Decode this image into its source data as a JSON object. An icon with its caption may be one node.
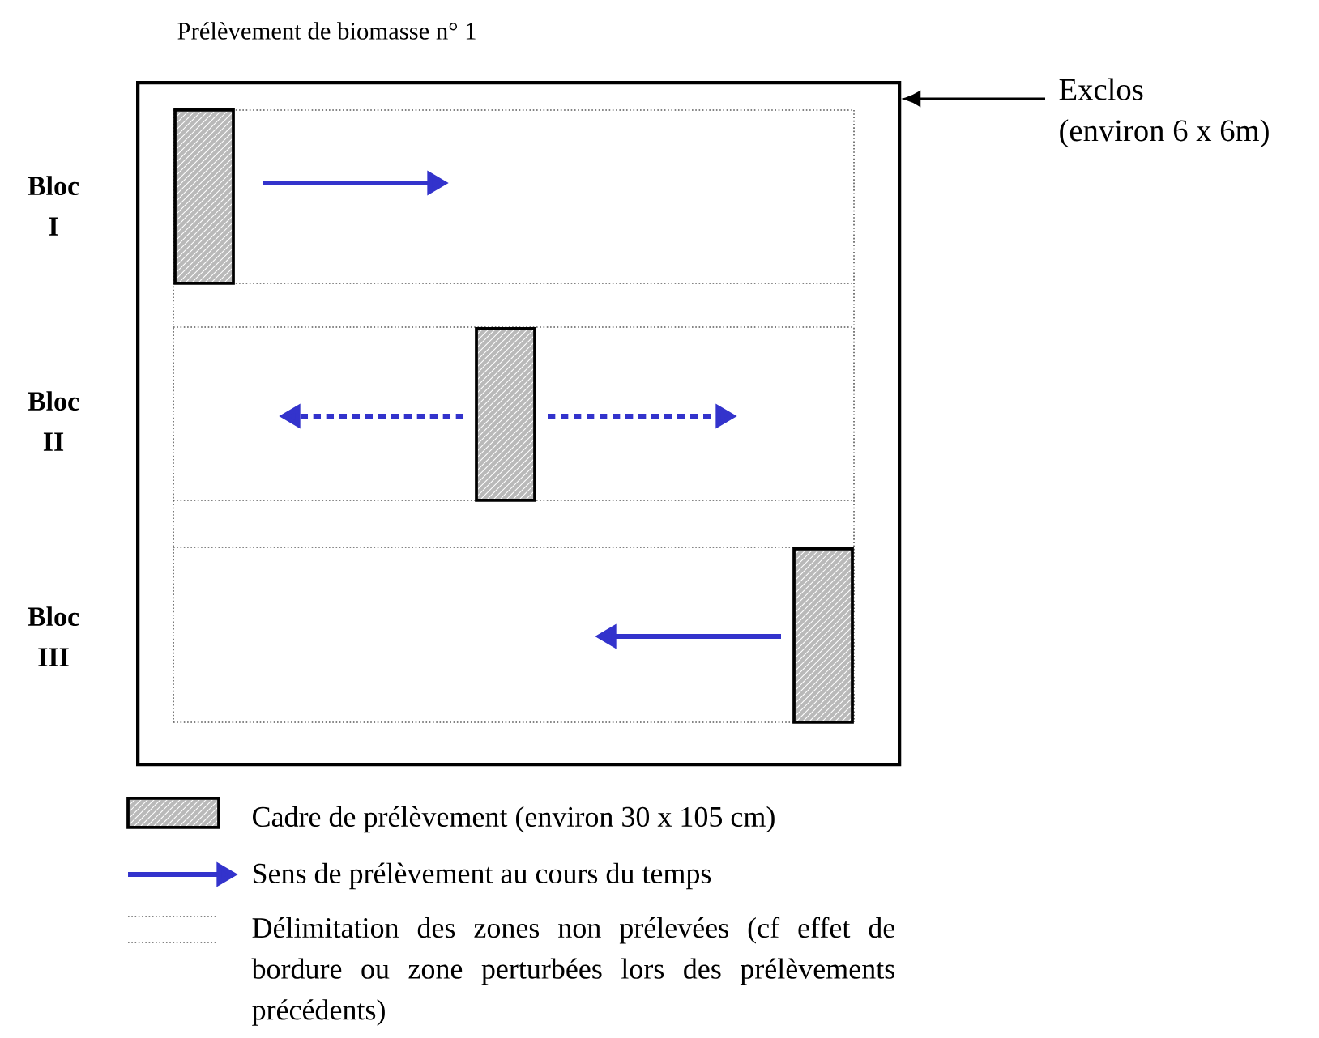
{
  "diagram": {
    "title": "Prélèvement de biomasse n° 1",
    "nodes": [
      {
        "text": [],
        "shape": "box"
      },
      {
        "text": [
          "Exclos",
          "(environ 6 x 6m)"
        ]
      }
    ],
    "edges": [
      {
        "from": 1,
        "to": 0,
        "arrow": "to"
      }
    ],
    "labels": [
      "Bloc I",
      "Bloc II",
      "Bloc III"
    ],
    "legend": [
      {
        "text": "Cadre de prélèvement (environ 30 x 105 cm)"
      },
      {
        "text": "Sens de prélèvement au cours du temps"
      },
      {
        "text": "Délimitation des zones non prélevées (cf effet de bordure ou zone perturbées lors des prélèvements précédents)"
      }
    ]
  }
}
